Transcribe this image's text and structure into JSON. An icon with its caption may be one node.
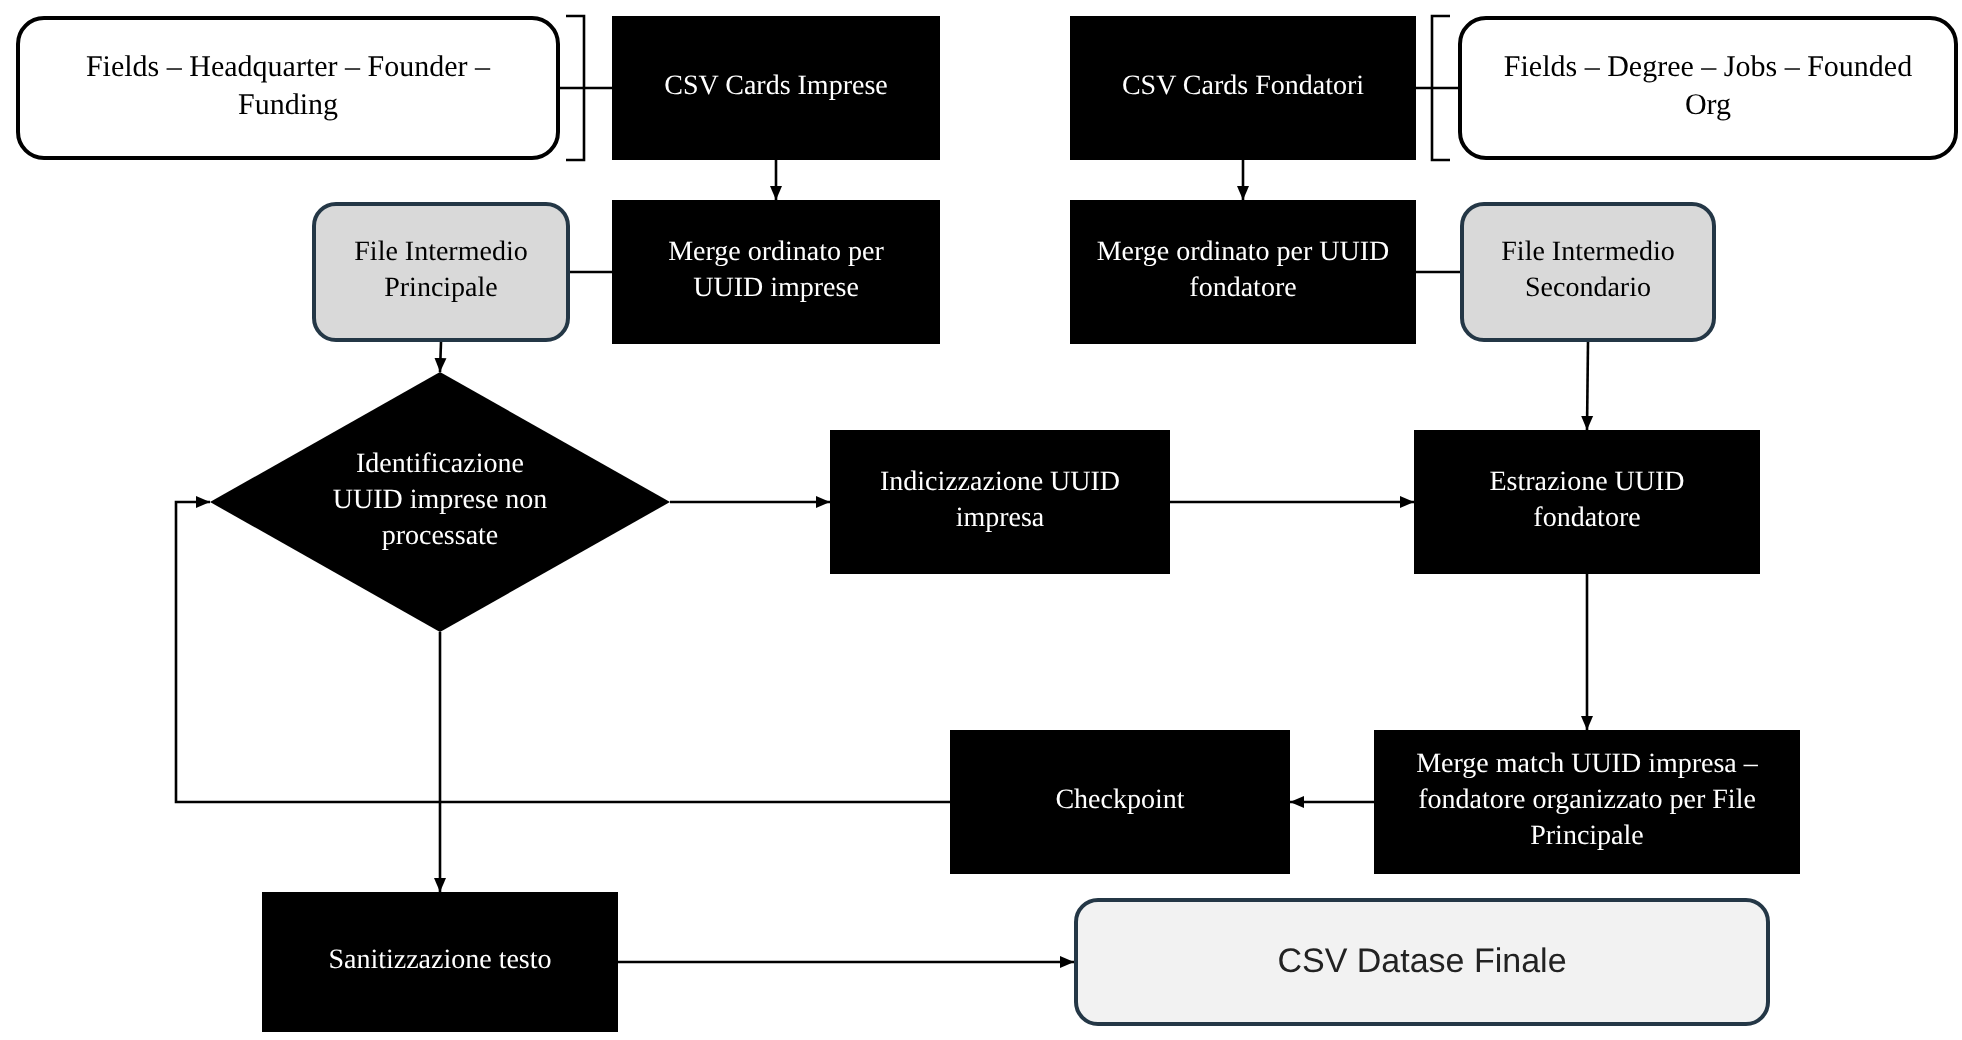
{
  "diagram": {
    "nodes": [
      {
        "text": [
          "Fields – Headquarter – Founder – Funding"
        ]
      },
      {
        "text": [
          "CSV Cards Imprese"
        ]
      },
      {
        "text": [
          "CSV Cards Fondatori"
        ]
      },
      {
        "text": [
          "Fields – Degree – Jobs – Founded Org"
        ]
      },
      {
        "text": [
          "File Intermedio Principale"
        ]
      },
      {
        "text": [
          "Merge ordinato per UUID imprese"
        ]
      },
      {
        "text": [
          "Merge ordinato per UUID fondatore"
        ]
      },
      {
        "text": [
          "File Intermedio Secondario"
        ]
      },
      {
        "text": [
          "Identificazione UUID imprese non processate"
        ]
      },
      {
        "text": [
          "Indicizzazione UUID impresa"
        ]
      },
      {
        "text": [
          "Estrazione UUID fondatore"
        ]
      },
      {
        "text": [
          "Merge match UUID impresa – fondatore organizzato per File Principale"
        ]
      },
      {
        "text": [
          "Checkpoint"
        ]
      },
      {
        "text": [
          "Sanitizzazione testo"
        ]
      },
      {
        "text": [
          "CSV Datase Finale"
        ]
      }
    ],
    "edges": [
      {
        "from": 0,
        "to": 1,
        "arrow": "none"
      },
      {
        "from": 1,
        "to": 5,
        "arrow": "to"
      },
      {
        "from": 2,
        "to": 3,
        "arrow": "none"
      },
      {
        "from": 2,
        "to": 6,
        "arrow": "to"
      },
      {
        "from": 5,
        "to": 4,
        "arrow": "none"
      },
      {
        "from": 6,
        "to": 7,
        "arrow": "none"
      },
      {
        "from": 4,
        "to": 8,
        "arrow": "to"
      },
      {
        "from": 7,
        "to": 10,
        "arrow": "to"
      },
      {
        "from": 8,
        "to": 9,
        "arrow": "to"
      },
      {
        "from": 9,
        "to": 10,
        "arrow": "to"
      },
      {
        "from": 10,
        "to": 11,
        "arrow": "to"
      },
      {
        "from": 11,
        "to": 12,
        "arrow": "to"
      },
      {
        "from": 12,
        "to": 8,
        "arrow": "to"
      },
      {
        "from": 8,
        "to": 13,
        "arrow": "to"
      },
      {
        "from": 13,
        "to": 14,
        "arrow": "to"
      }
    ]
  }
}
